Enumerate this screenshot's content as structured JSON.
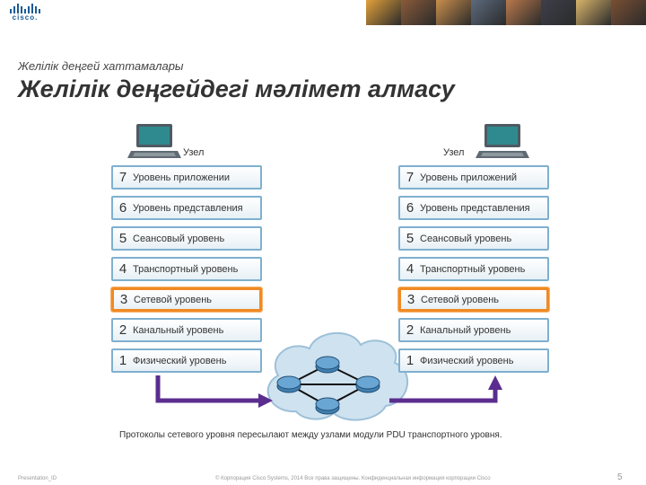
{
  "header": {
    "logo_text": "cisco.",
    "photo_colors": [
      "#e2a13b",
      "#8a5a3a",
      "#c98e4b",
      "#5c6a7d",
      "#b9784c",
      "#3d3f4a",
      "#d8b46a",
      "#7a4f33"
    ]
  },
  "slide": {
    "subtitle": "Желілік деңгей хаттамалары",
    "title": "Желілік деңгейдегі мәлімет алмасу"
  },
  "left_host": {
    "label": "Узел",
    "layers": [
      {
        "num": "7",
        "label": "Уровень приложении"
      },
      {
        "num": "6",
        "label": "Уровень представления"
      },
      {
        "num": "5",
        "label": "Сеансовый уровень"
      },
      {
        "num": "4",
        "label": "Транспортный уровень"
      },
      {
        "num": "3",
        "label": "Сетевой уровень"
      },
      {
        "num": "2",
        "label": "Канальный уровень"
      },
      {
        "num": "1",
        "label": "Физический уровень"
      }
    ]
  },
  "right_host": {
    "label": "Узел",
    "layers": [
      {
        "num": "7",
        "label": "Уровень приложений"
      },
      {
        "num": "6",
        "label": "Уровень представления"
      },
      {
        "num": "5",
        "label": "Сеансовый уровень"
      },
      {
        "num": "4",
        "label": "Транспортный уровень"
      },
      {
        "num": "3",
        "label": "Сетевой уровень"
      },
      {
        "num": "2",
        "label": "Канальный уровень"
      },
      {
        "num": "1",
        "label": "Физический уровень"
      }
    ]
  },
  "caption": "Протоколы сетевого уровня пересылают между узлами модули PDU транспортного уровня.",
  "footer": {
    "left": "Presentation_ID",
    "center": "© Корпорация Cisco Systems, 2014 Все права защищены.    Конфиденциальная информация корпорации Cisco",
    "page": "5"
  },
  "colors": {
    "layer_border": "#7fb0cf",
    "highlight": "#f08a24",
    "arrow": "#5b2d8e",
    "cloud": "#cfe2f0"
  }
}
